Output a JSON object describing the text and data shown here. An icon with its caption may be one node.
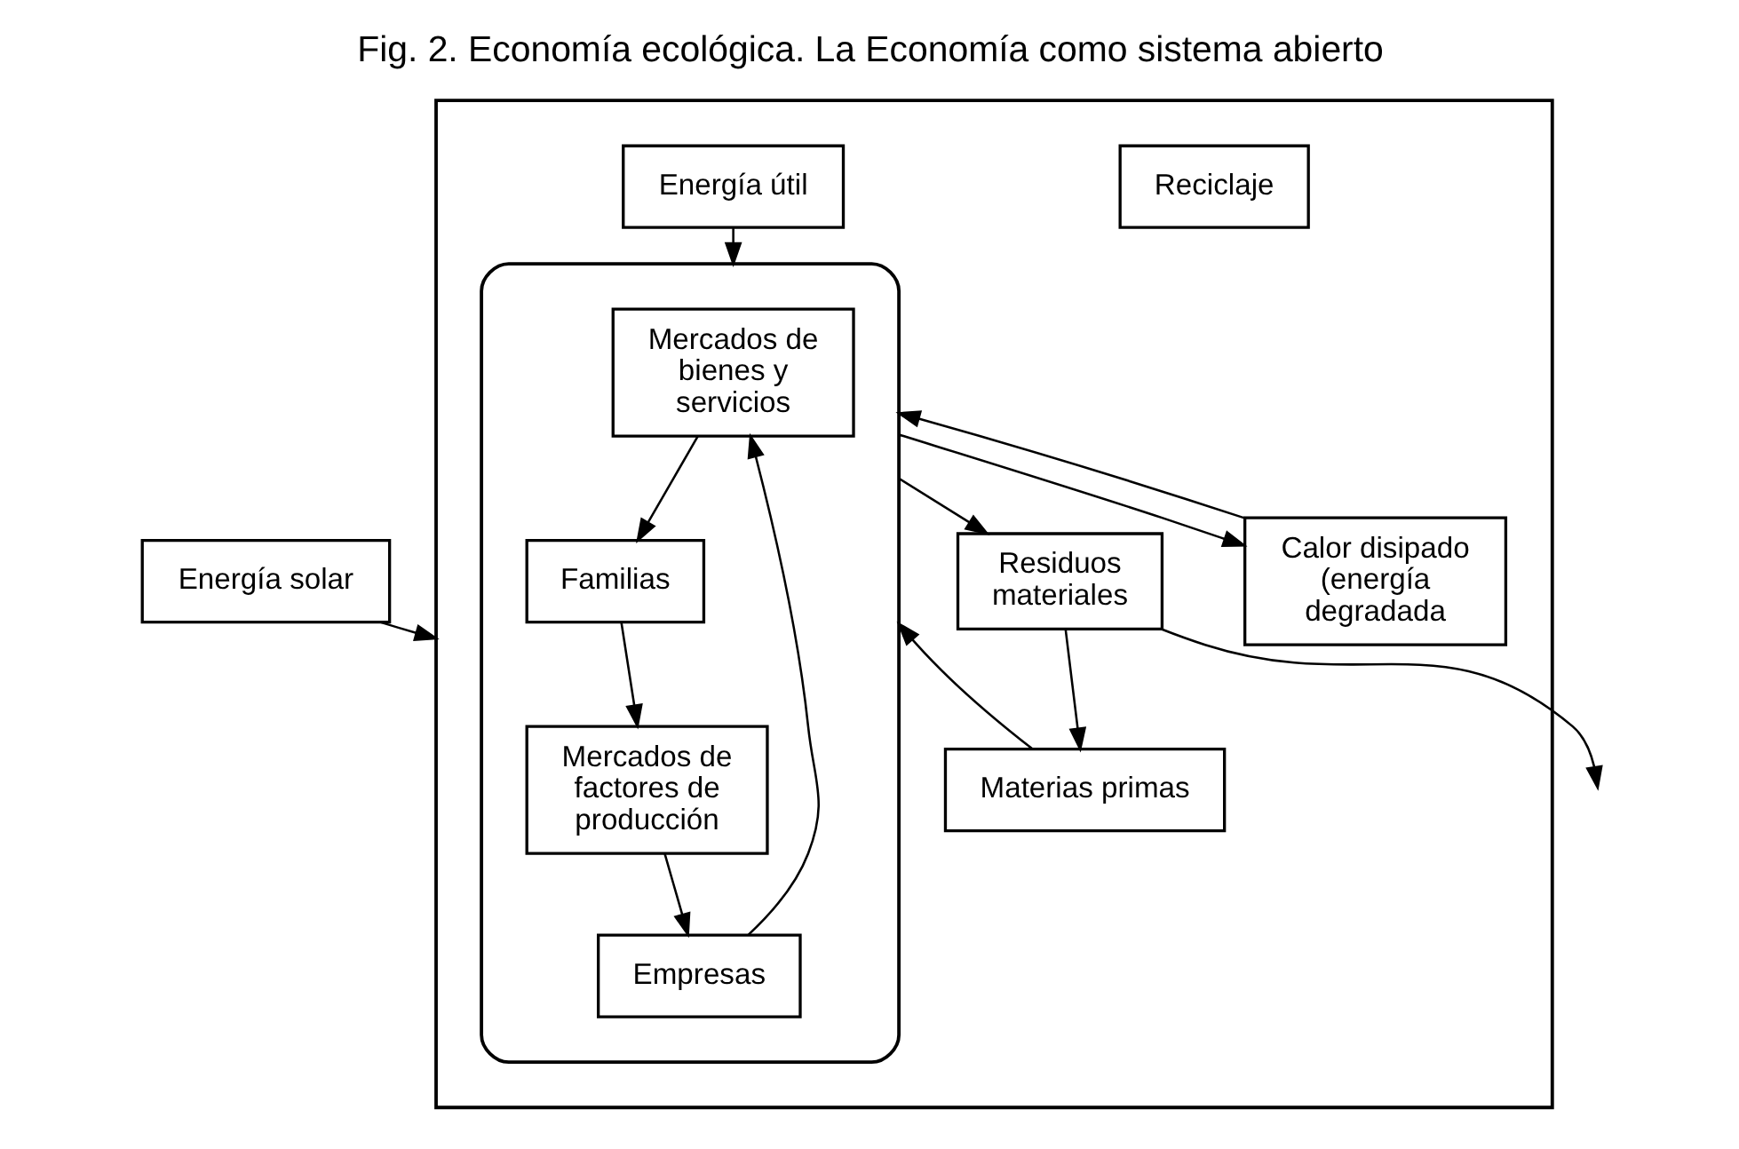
{
  "diagram": {
    "title": "Fig. 2. Economía ecológica. La Economía como sistema abierto",
    "nodes": [
      {
        "text": [
          "Energía solar"
        ]
      },
      {
        "text": [],
        "shape": "box"
      },
      {
        "text": [
          "Materias primas"
        ],
        "in": 1
      },
      {
        "text": [
          "Reciclaje"
        ],
        "in": 1
      },
      {
        "text": [
          "Residuos materiales"
        ],
        "in": 1
      },
      {
        "text": [],
        "shape": "ellipse",
        "in": 1
      },
      {
        "text": [
          "Mercados de bienes y servicios"
        ],
        "in": 5
      },
      {
        "text": [
          "Empresas"
        ],
        "in": 5
      },
      {
        "text": [
          "Familias"
        ],
        "in": 5
      },
      {
        "text": [
          "Mercados de factores de producción"
        ],
        "in": 5
      },
      {
        "text": [
          "Energía útil"
        ],
        "in": 1
      },
      {
        "text": [
          "Calor disipado (energía degradada"
        ],
        "in": 1
      }
    ],
    "edges": [
      {
        "from": 0,
        "to": 1,
        "arrow": "to"
      },
      {
        "from": 4,
        "to": null,
        "arrow": "to"
      },
      {
        "from": 4,
        "to": 2,
        "arrow": "to"
      },
      {
        "from": 2,
        "to": 5,
        "arrow": "to"
      },
      {
        "from": 7,
        "to": 6,
        "arrow": "to"
      },
      {
        "from": 6,
        "to": 8,
        "arrow": "to"
      },
      {
        "from": 8,
        "to": 9,
        "arrow": "to"
      },
      {
        "from": 9,
        "to": 7,
        "arrow": "to"
      },
      {
        "from": 10,
        "to": 5,
        "arrow": "to"
      },
      {
        "from": 5,
        "to": 4,
        "arrow": "to"
      },
      {
        "from": 5,
        "to": 11,
        "arrow": "to"
      },
      {
        "from": 11,
        "to": 5,
        "arrow": "to"
      }
    ]
  }
}
